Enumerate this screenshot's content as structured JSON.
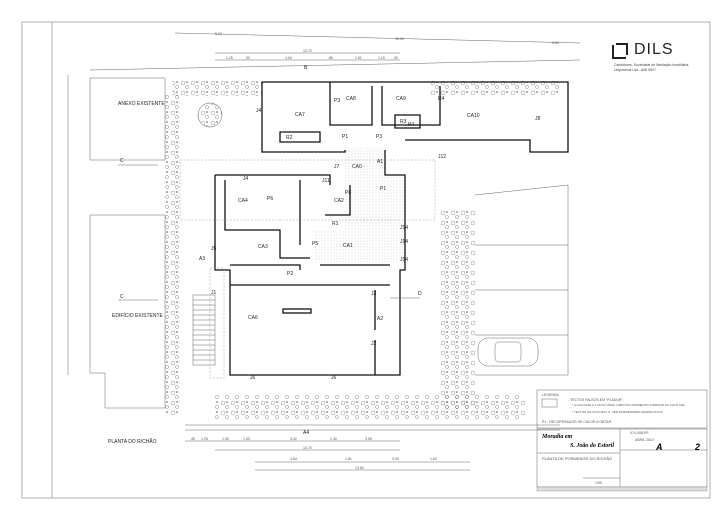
{
  "logo": {
    "name": "DILS",
    "tagline": "Cambitures, Sociedade de Mediação Imobiliária, Unipessoal Lda - AMI 5907"
  },
  "rooms": {
    "anexo": "ANEXO EXISTENTE",
    "edificio": "EDIFÍCIO EXISTENTE",
    "ca7": "CA7",
    "ca8": "CA8",
    "ca9": "CA9",
    "ca10": "CA10",
    "r2": "R2",
    "r3": "R3",
    "r4": "R4",
    "p3a": "P3",
    "p1a": "P1",
    "p3b": "P3",
    "p4": "P4",
    "j4a": "J4",
    "j7": "J7",
    "ca0": "CA0",
    "a1": "A1",
    "j12": "J12",
    "p1b": "P1",
    "j4b": "J4",
    "ca4": "CA4",
    "p6": "P6",
    "ca2": "CA2",
    "p8": "P8",
    "j11": "J11",
    "r1": "R1",
    "ca3": "CA3",
    "p5": "P5",
    "ca1": "CA1",
    "j14a": "J14",
    "j14b": "J14",
    "j14c": "J14",
    "j5": "J5",
    "a3": "A3",
    "p2": "P2",
    "j1": "J1",
    "ca6": "CA6",
    "a2": "A2",
    "j3": "J3",
    "j2": "J2",
    "j6a": "J6",
    "j6b": "J6",
    "a4": "A4",
    "j8": "J8"
  },
  "section_marks": {
    "c1": "C",
    "c2": "C",
    "d": "D",
    "b": "B"
  },
  "dimensions": {
    "top": [
      "5.20",
      "15.94",
      "3.60"
    ],
    "top2": [
      "10.70"
    ],
    "top3": [
      "1.25",
      ".30",
      "4.04",
      ".86",
      "1.61",
      "1.15",
      ".30"
    ],
    "bottom1": [
      ".45",
      "1.25",
      "1.30",
      "1.50",
      "3.32",
      "1.30",
      "3.05"
    ],
    "bottom2": [
      "10.70"
    ],
    "bottom3": [
      "4.84",
      "1.81",
      "3.05",
      "1.60"
    ],
    "bottom4": [
      "13.60"
    ]
  },
  "plan_title": "PLANTA DO R/CHÃO",
  "legend": {
    "title": "LEGENDA",
    "items": [
      "- TECTOS FALSOS EM \"PLADUR\";",
      "* A COLOCAR A 2,40 DO NÍVEL LIMPO DO PAVIMENTO INTERIOR DA CTA E CEF",
      "* TECTOS FALSOS NAS I.S. VÊR PORMENORES RESPECTIVOS"
    ],
    "note": "P1 - RECUPERADOR DE CALOR A OBTAR"
  },
  "title_block": {
    "project_line1": "Moradia em",
    "project_line2": "S. João do Estoril",
    "drawing_title": "PLANTA DE PORMENOR DO R/CHÃO",
    "ref": "474-408-PE",
    "date": "ABRIL 2010",
    "sheet_letter": "A",
    "sheet_number": "2",
    "scale": "1/50"
  },
  "colors": {
    "line": "#111111",
    "hatch": "#888888",
    "vegetation": "#555555"
  }
}
